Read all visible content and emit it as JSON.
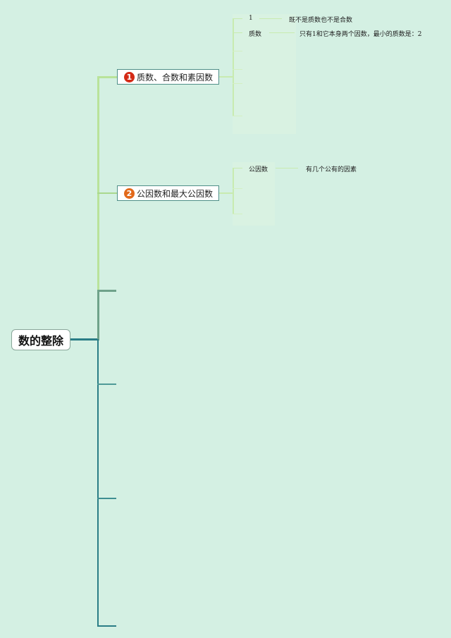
{
  "root": {
    "label": "数的整除"
  },
  "colors": {
    "background": "#d4f0e3",
    "branch_light": "#b9e39a",
    "branch_mid": "#6fa28a",
    "branch_dark": "#2a7d86",
    "badge_1": "#d42a16",
    "badge_2": "#e2691a",
    "topic_border": "#4f8f88"
  },
  "topics": [
    {
      "number": "1",
      "label": "质数、合数和素因数",
      "children": [
        {
          "term": "1",
          "definition": "既不是质数也不是合数"
        },
        {
          "term": "质数",
          "definition": "只有1和它本身两个因数，最小的质数是：2"
        }
      ]
    },
    {
      "number": "2",
      "label": "公因数和最大公因数",
      "children": [
        {
          "term": "公因数",
          "definition": "有几个公有的因素"
        }
      ]
    }
  ]
}
